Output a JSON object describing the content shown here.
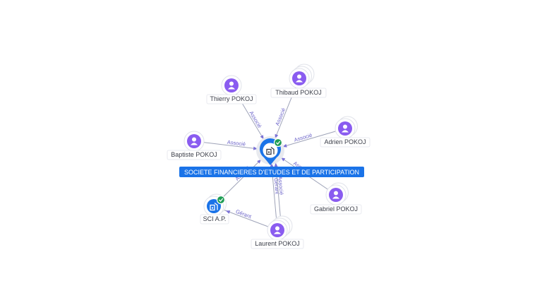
{
  "colors": {
    "accent": "#1a73e8",
    "person": "#8a5cf0",
    "verified": "#1f9d55",
    "edge": "#9ea3b8",
    "edge_label": "#6b63c9"
  },
  "center": {
    "label": "SOCIETE FINANCIERES D'ETUDES ET DE PARTICIPATION",
    "icon": "company-building-icon",
    "verified_icon": "check-badge-icon"
  },
  "nodes": [
    {
      "id": "thierry",
      "label": "Thierry POKOJ",
      "type": "person"
    },
    {
      "id": "thibaud",
      "label": "Thibaud POKOJ",
      "type": "person"
    },
    {
      "id": "adrien",
      "label": "Adrien POKOJ",
      "type": "person"
    },
    {
      "id": "baptiste",
      "label": "Baptiste POKOJ",
      "type": "person"
    },
    {
      "id": "gabriel",
      "label": "Gabriel POKOJ",
      "type": "person"
    },
    {
      "id": "laurent",
      "label": "Laurent POKOJ",
      "type": "person"
    },
    {
      "id": "sci",
      "label": "SCI A.P.",
      "type": "company"
    }
  ],
  "edges": [
    {
      "from": "thierry",
      "to": "center",
      "label": "Associé"
    },
    {
      "from": "thibaud",
      "to": "center",
      "label": "Associé"
    },
    {
      "from": "adrien",
      "to": "center",
      "label": "Associé"
    },
    {
      "from": "baptiste",
      "to": "center",
      "label": "Associé"
    },
    {
      "from": "gabriel",
      "to": "center",
      "label": "Associé"
    },
    {
      "from": "laurent",
      "to": "center",
      "label": "Gérant"
    },
    {
      "from": "laurent",
      "to": "center",
      "label": "Associé"
    },
    {
      "from": "sci",
      "to": "center",
      "label": "Associé"
    },
    {
      "from": "laurent",
      "to": "sci",
      "label": "Gérant"
    }
  ]
}
